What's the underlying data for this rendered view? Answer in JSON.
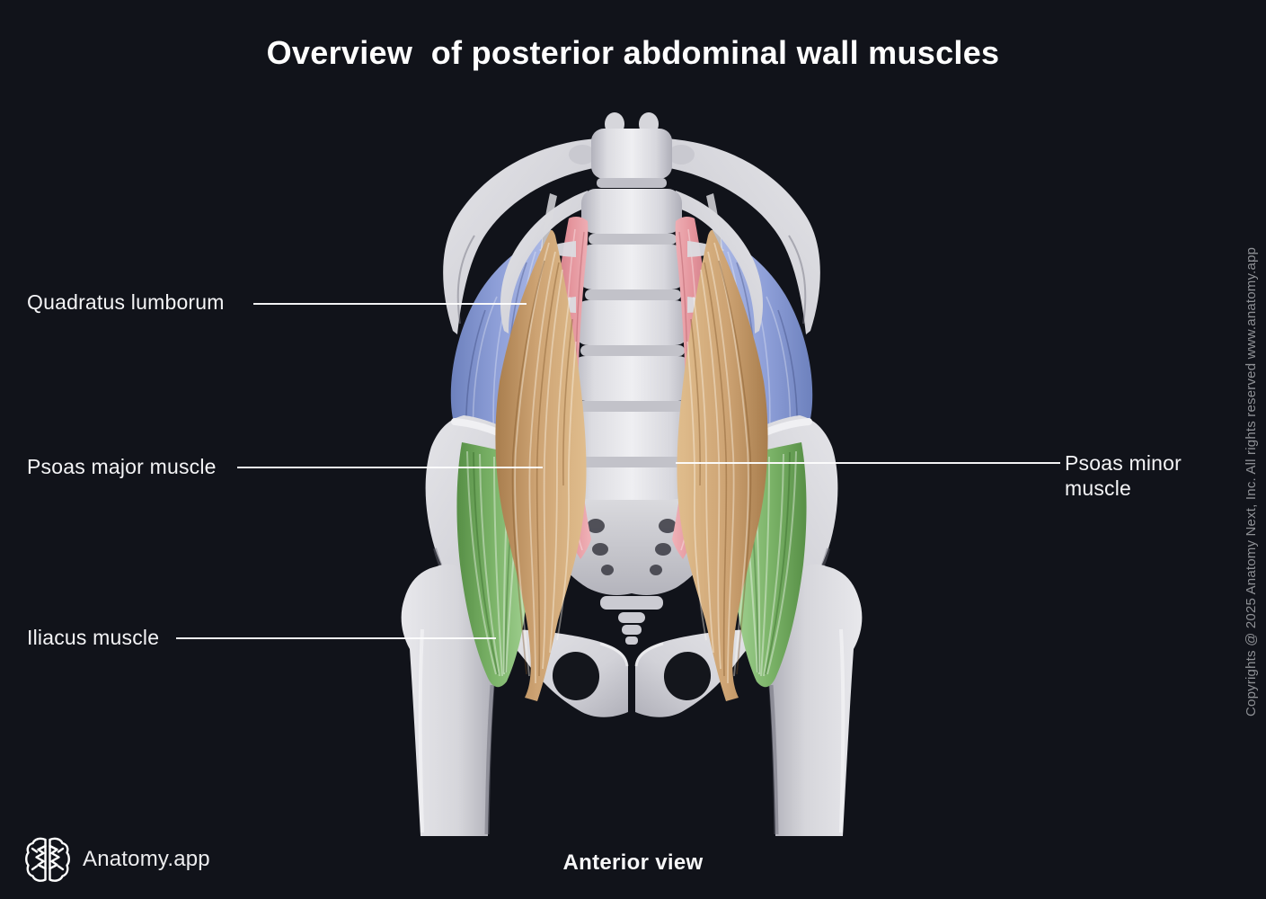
{
  "title": "Overview  of posterior abdominal wall muscles",
  "figure": {
    "view_caption": "Anterior view",
    "labels": [
      {
        "id": "quadratus-lumborum",
        "text": "Quadratus lumborum",
        "side": "left"
      },
      {
        "id": "psoas-major",
        "text": "Psoas major muscle",
        "side": "left"
      },
      {
        "id": "iliacus",
        "text": "Iliacus muscle",
        "side": "left"
      },
      {
        "id": "psoas-minor",
        "text": "Psoas minor muscle",
        "side": "right"
      }
    ],
    "structures": [
      {
        "name": "Quadratus lumborum",
        "color": "#8b9cd6"
      },
      {
        "name": "Psoas major muscle",
        "color": "#cda373"
      },
      {
        "name": "Psoas minor muscle",
        "color": "#e4949c"
      },
      {
        "name": "Iliacus muscle",
        "color": "#7cb469"
      }
    ],
    "bone_color": "#d8d8dd",
    "background_color": "#11131a",
    "leader_line_color": "#ffffff"
  },
  "footer": {
    "brand_name": "Anatomy.app",
    "logo": "brain-logo"
  },
  "copyright": "Copyrights @ 2025 Anatomy Next, Inc. All rights reserved www.anatomy.app"
}
